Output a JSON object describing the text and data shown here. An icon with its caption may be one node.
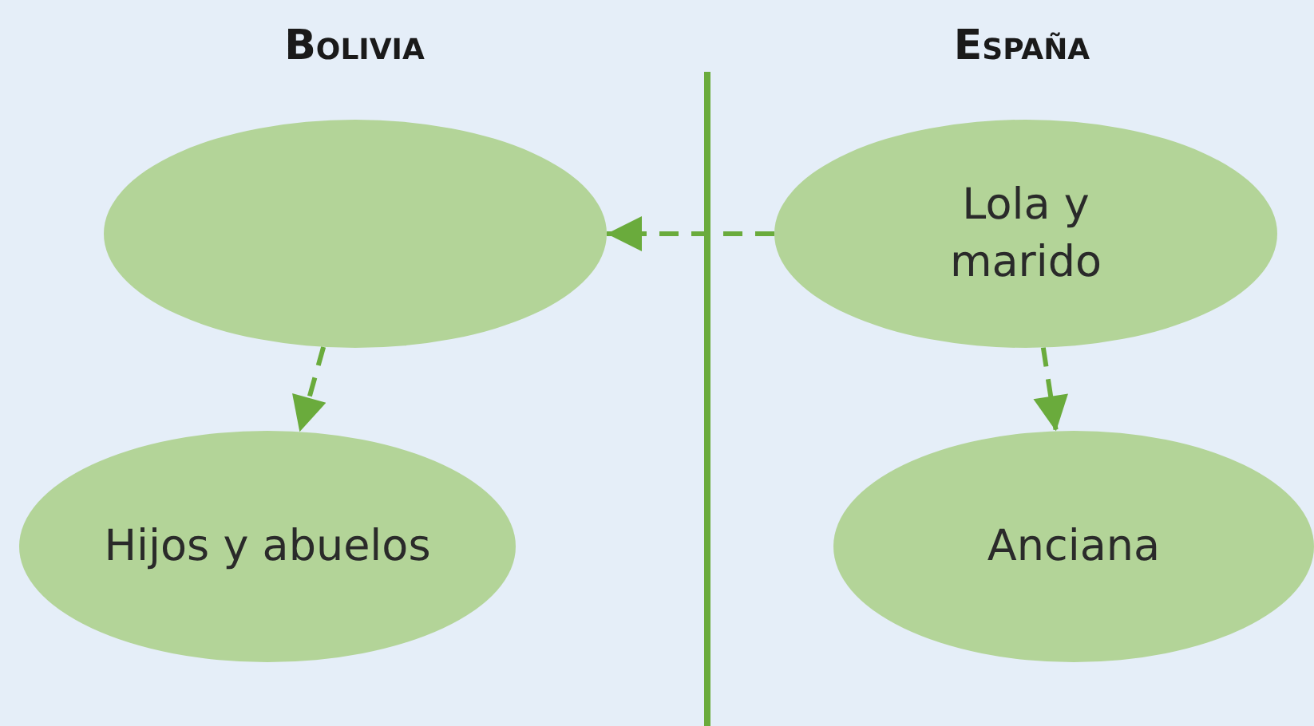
{
  "diagram": {
    "nodes": [
      {
        "text": [],
        "shape": "ellipse"
      },
      {
        "text": [
          "Lola y marido"
        ]
      },
      {
        "text": [
          "Hijos y abuelos"
        ]
      },
      {
        "text": [
          "Anciana"
        ]
      }
    ],
    "edges": [
      {
        "from": 1,
        "to": 0,
        "arrow": "to",
        "style": "dashed"
      },
      {
        "from": 0,
        "to": 2,
        "arrow": "to",
        "style": "dashed"
      },
      {
        "from": 1,
        "to": 3,
        "arrow": "to",
        "style": "dashed"
      }
    ],
    "labels": [
      "Bolivia",
      "España"
    ]
  }
}
